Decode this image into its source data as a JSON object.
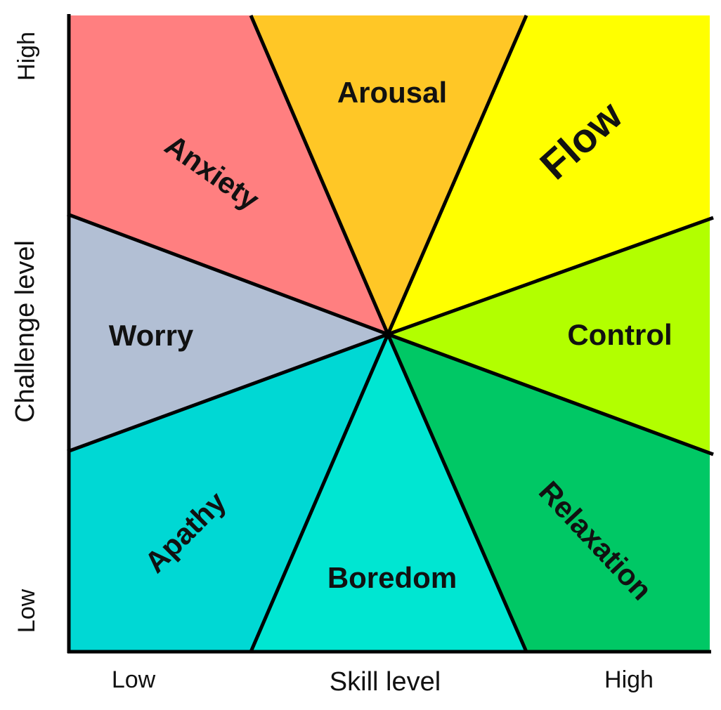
{
  "diagram": {
    "axes": {
      "x_title": "Skill level",
      "x_low": "Low",
      "x_high": "High",
      "y_title": "Challenge level",
      "y_low": "Low",
      "y_high": "High"
    },
    "regions": [
      {
        "key": "anxiety",
        "label": "Anxiety",
        "color": "#ff7f80"
      },
      {
        "key": "arousal",
        "label": "Arousal",
        "color": "#ffc726"
      },
      {
        "key": "flow",
        "label": "Flow",
        "color": "#ffff00"
      },
      {
        "key": "control",
        "label": "Control",
        "color": "#b2ff00"
      },
      {
        "key": "relaxation",
        "label": "Relaxation",
        "color": "#00c865"
      },
      {
        "key": "boredom",
        "label": "Boredom",
        "color": "#00e6d2"
      },
      {
        "key": "apathy",
        "label": "Apathy",
        "color": "#00d8d4"
      },
      {
        "key": "worry",
        "label": "Worry",
        "color": "#b2bfd4"
      }
    ]
  }
}
